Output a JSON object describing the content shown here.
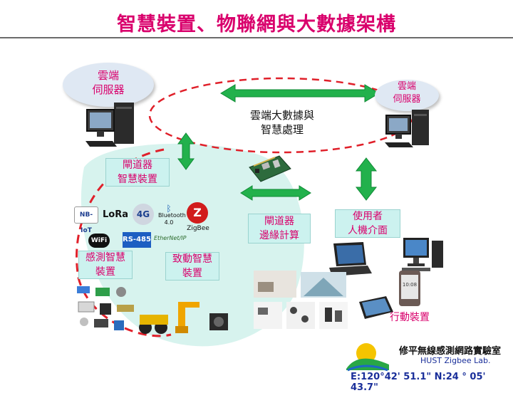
{
  "title": "智慧裝置、物聯網與大數據架構",
  "cloud_server": [
    "雲端",
    "伺服器"
  ],
  "right_server": [
    "雲端",
    "伺服器"
  ],
  "cloud_bigdata": [
    "雲端大數據與",
    "智慧處理"
  ],
  "gateway_smart": [
    "閘道器",
    "智慧裝置"
  ],
  "gateway_edge": [
    "閘道器",
    "邊緣計算"
  ],
  "user_interface": [
    "使用者",
    "人機介面"
  ],
  "sensing_device": [
    "感測智慧",
    "裝置"
  ],
  "actuating_device": [
    "致動智慧",
    "裝置"
  ],
  "mobile_device": "行動裝置",
  "protocols": [
    "NB-IoT",
    "LoRa",
    "4G",
    "Bluetooth 4.0",
    "ZigBee",
    "WiFi",
    "RS-485",
    "EtherNet/IP"
  ],
  "phone_screen_time": "10:08",
  "lab": {
    "name": "修平無線感測網路實驗室",
    "english": "HUST Zigbee Lab.",
    "coords": "E:120°42' 51.1\"  N:24 ° 05' 43.7\""
  },
  "colors": {
    "title": "#d9006c",
    "arrow": "#22b14c",
    "dashed": "#e0202a",
    "iot_area": "#d7f3ee"
  }
}
